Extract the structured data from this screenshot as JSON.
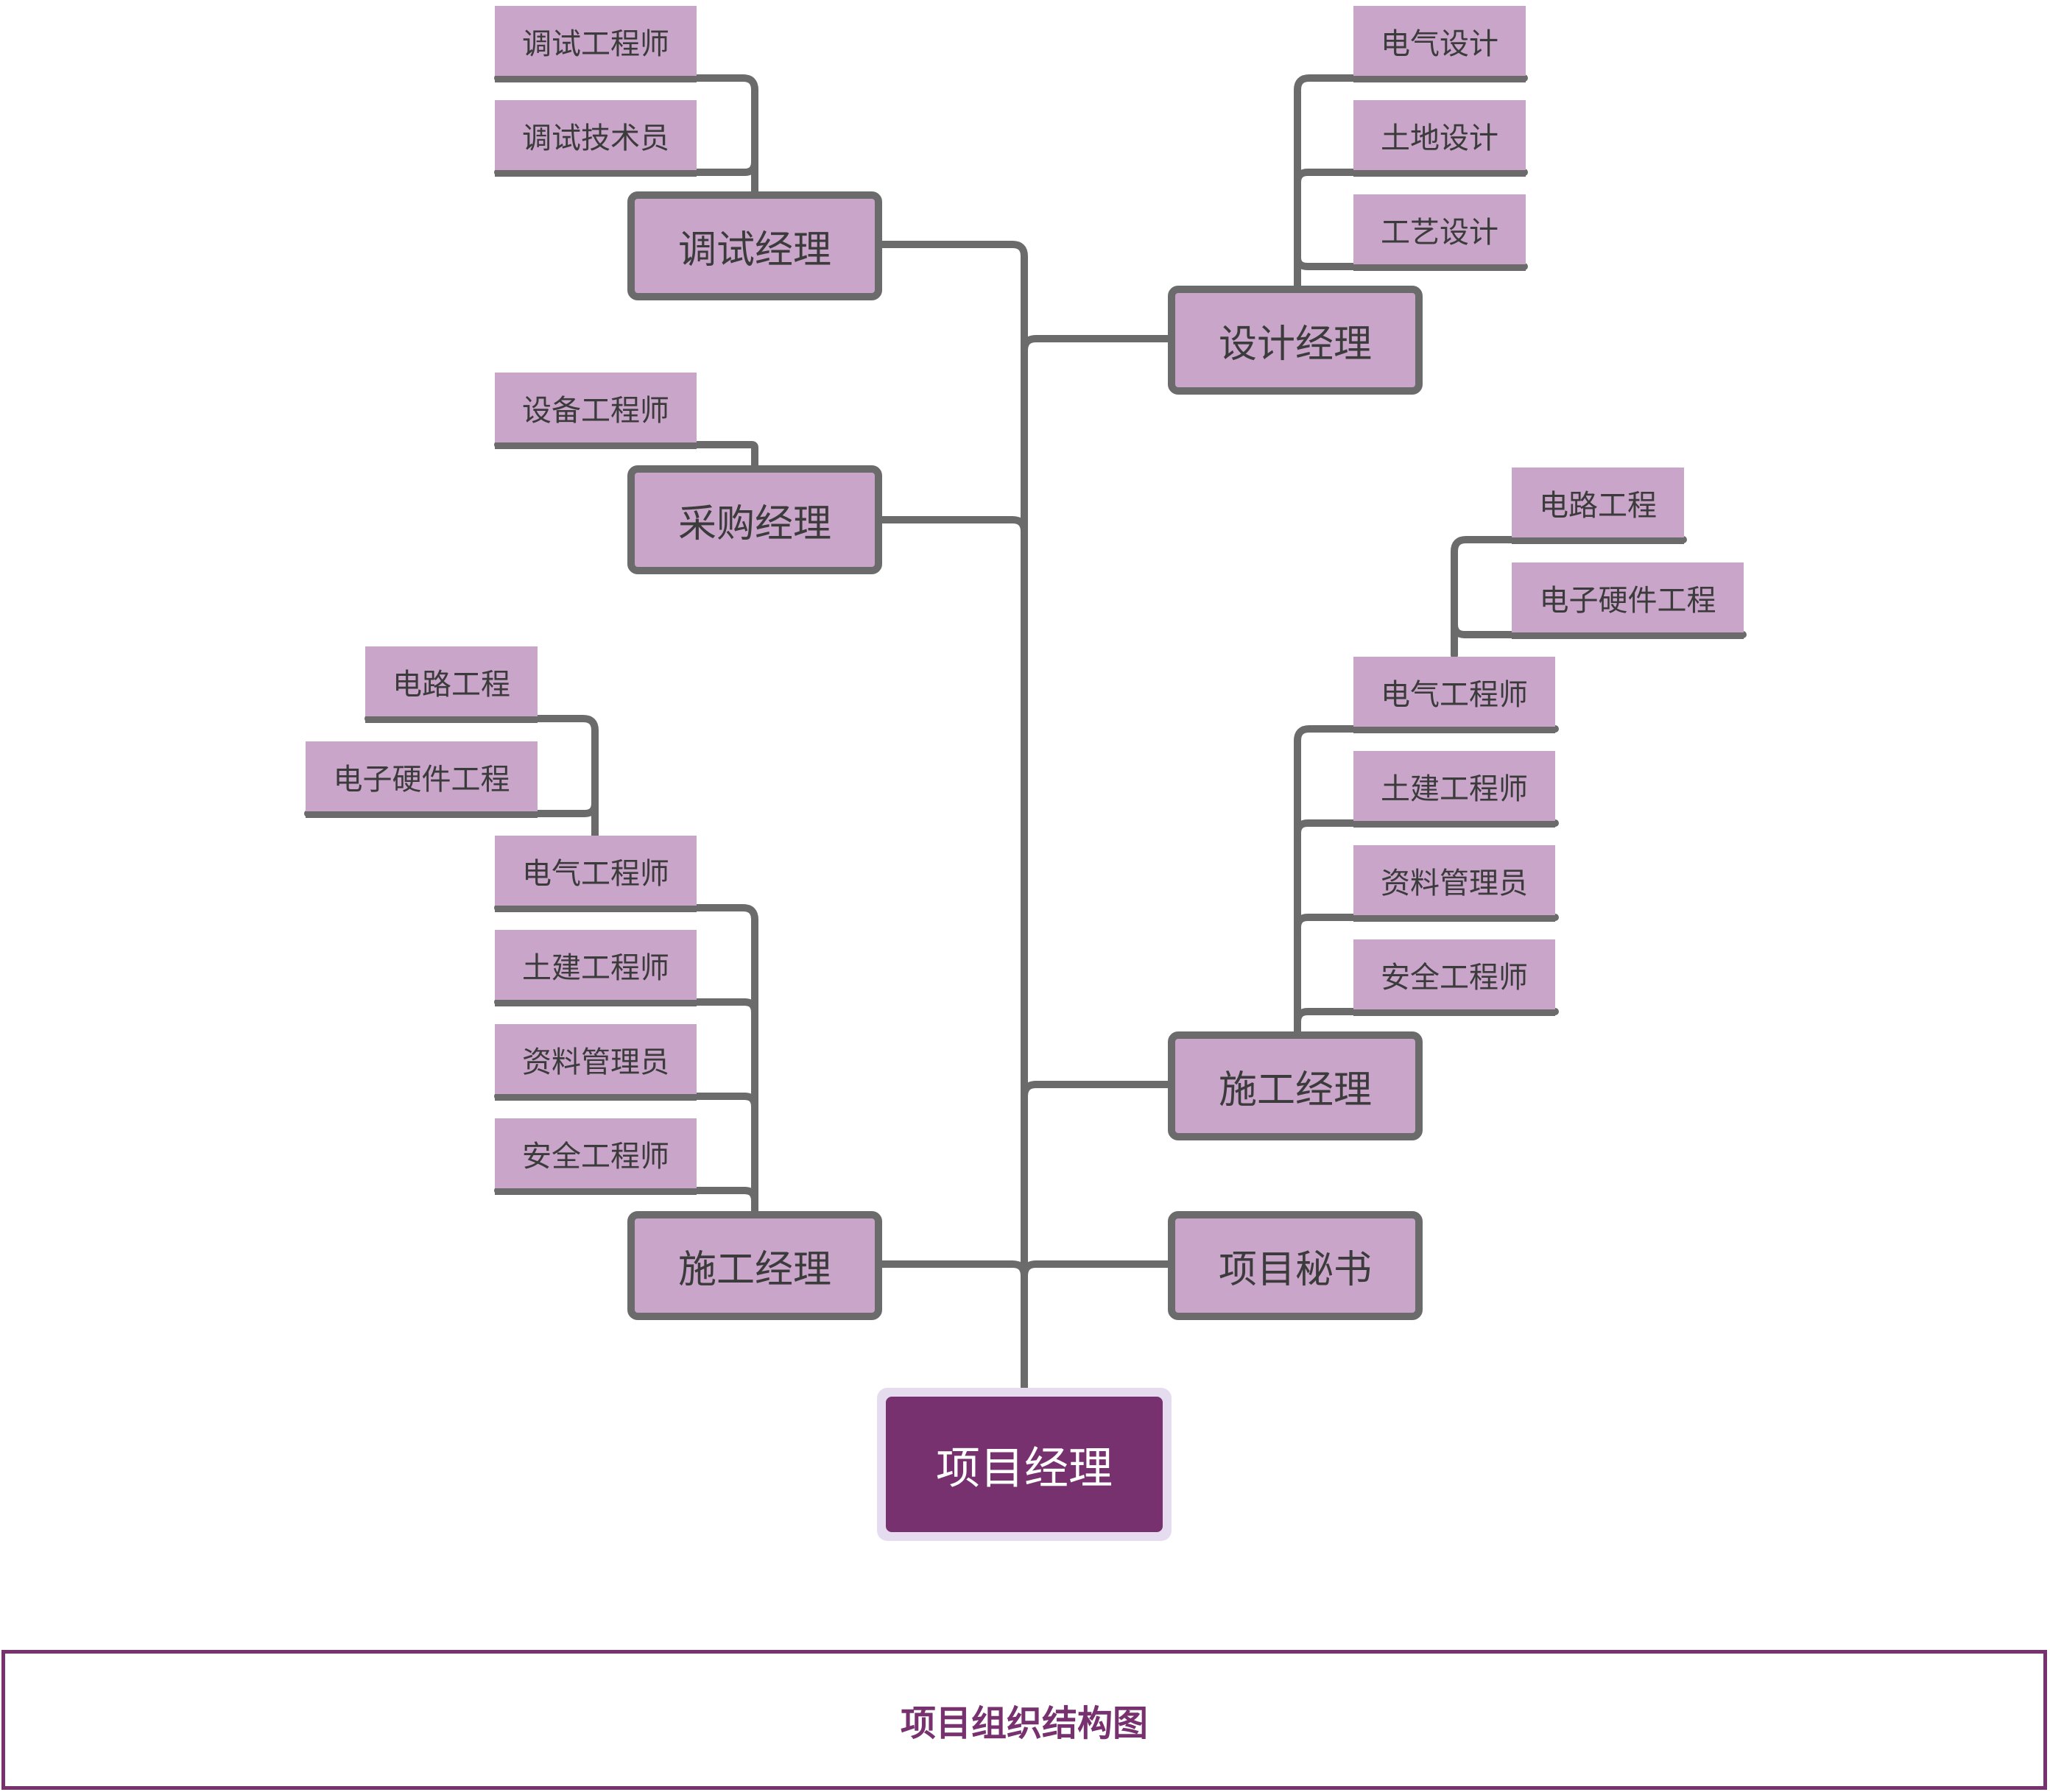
{
  "diagram": {
    "title": "项目组织结构图",
    "root": "项目经理",
    "colors": {
      "root_fill": "#78316f",
      "node_fill": "#c8a5c9",
      "line": "#6b6b6b",
      "title": "#78316f"
    },
    "left": {
      "debug_manager": {
        "label": "调试经理",
        "children": [
          "调试工程师",
          "调试技术员"
        ]
      },
      "purchase_manager": {
        "label": "采购经理",
        "children": [
          "设备工程师"
        ]
      },
      "construction_manager": {
        "label": "施工经理",
        "children": [
          "电气工程师",
          "土建工程师",
          "资料管理员",
          "安全工程师"
        ],
        "electrical_children": [
          "电路工程",
          "电子硬件工程"
        ]
      }
    },
    "right": {
      "design_manager": {
        "label": "设计经理",
        "children": [
          "电气设计",
          "土地设计",
          "工艺设计"
        ]
      },
      "construction_manager": {
        "label": "施工经理",
        "children": [
          "电气工程师",
          "土建工程师",
          "资料管理员",
          "安全工程师"
        ],
        "electrical_children": [
          "电路工程",
          "电子硬件工程"
        ]
      },
      "secretary": {
        "label": "项目秘书"
      }
    }
  }
}
